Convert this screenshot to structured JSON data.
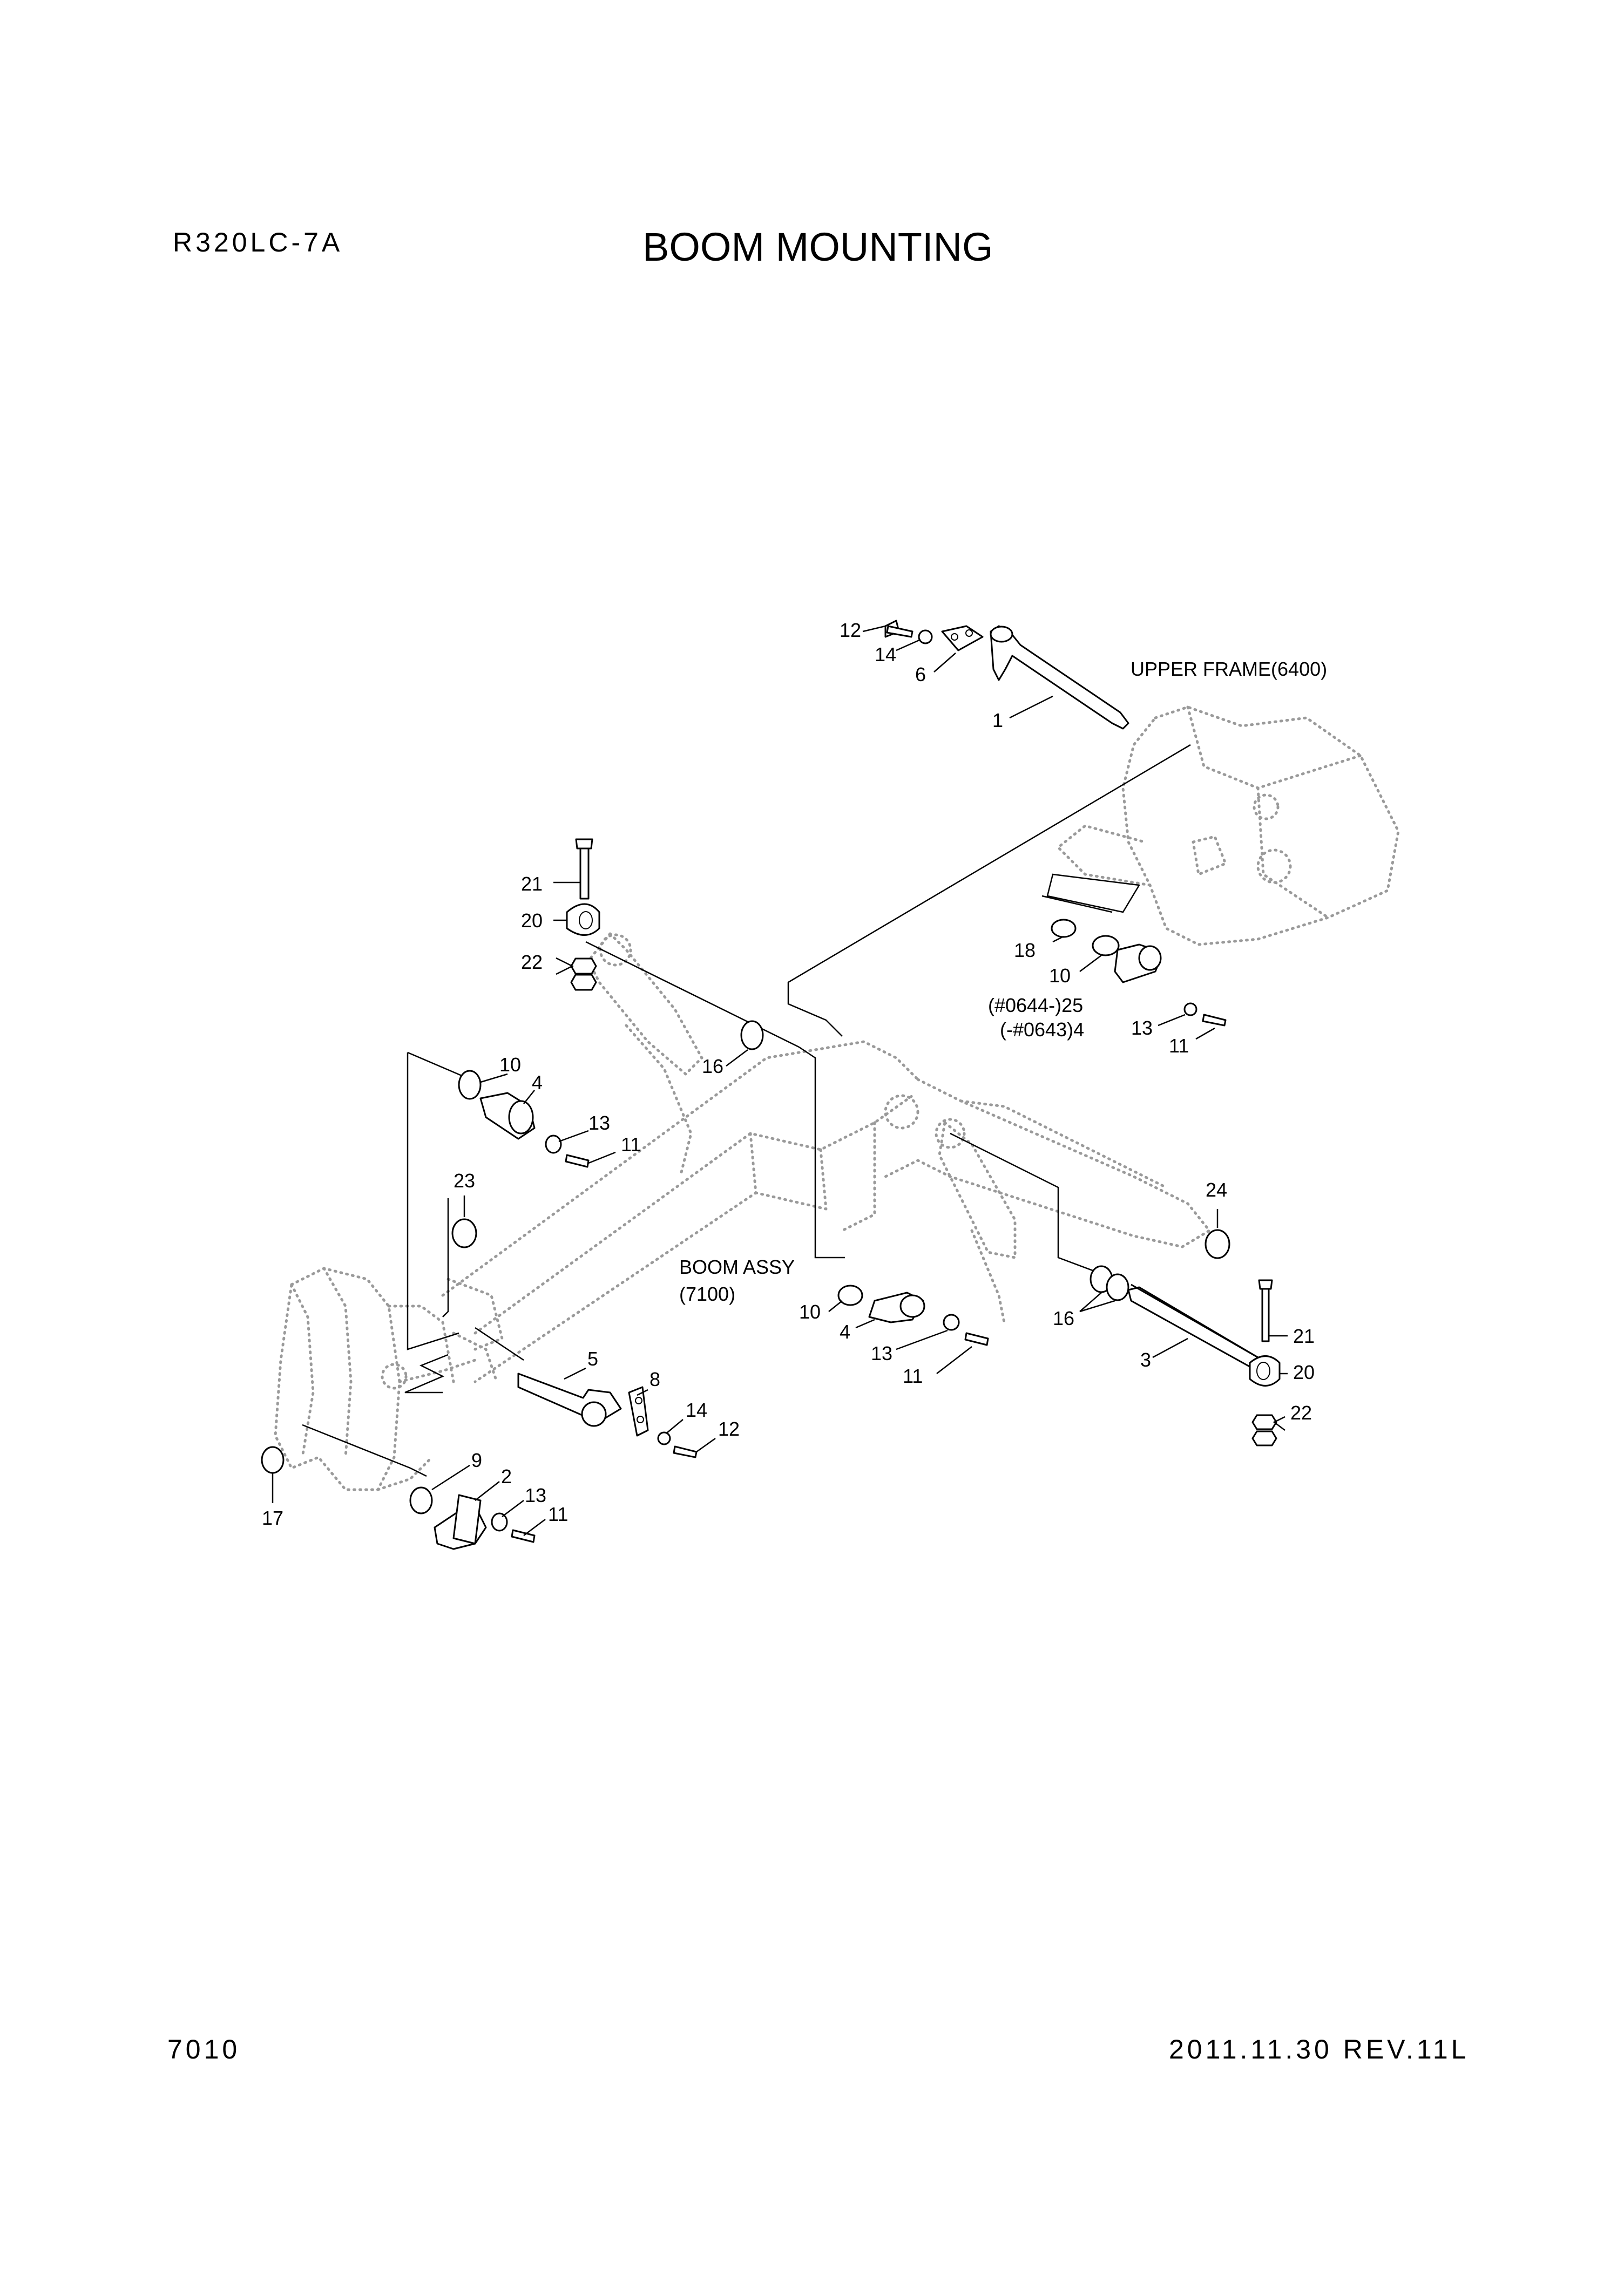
{
  "header": {
    "model": "R320LC-7A",
    "title": "BOOM MOUNTING"
  },
  "footer": {
    "page": "7010",
    "revision": "2011.11.30  REV.11L"
  },
  "references": {
    "upper_frame": "UPPER FRAME(6400)",
    "boom_assy_line1": "BOOM ASSY",
    "boom_assy_line2": "(7100)",
    "serial_new": "(#0644-)25",
    "serial_old": "(-#0643)4"
  },
  "callouts": {
    "c1": "1",
    "c2": "2",
    "c3": "3",
    "c4a": "4",
    "c4b": "4",
    "c5": "5",
    "c6": "6",
    "c8": "8",
    "c9": "9",
    "c10a": "10",
    "c10b": "10",
    "c10c": "10",
    "c11a": "11",
    "c11b": "11",
    "c11c": "11",
    "c11d": "11",
    "c12a": "12",
    "c12b": "12",
    "c13a": "13",
    "c13b": "13",
    "c13c": "13",
    "c13d": "13",
    "c14a": "14",
    "c14b": "14",
    "c16a": "16",
    "c16b": "16",
    "c17": "17",
    "c18": "18",
    "c20a": "20",
    "c20b": "20",
    "c21a": "21",
    "c21b": "21",
    "c22a": "22",
    "c22b": "22",
    "c23": "23",
    "c24": "24"
  }
}
